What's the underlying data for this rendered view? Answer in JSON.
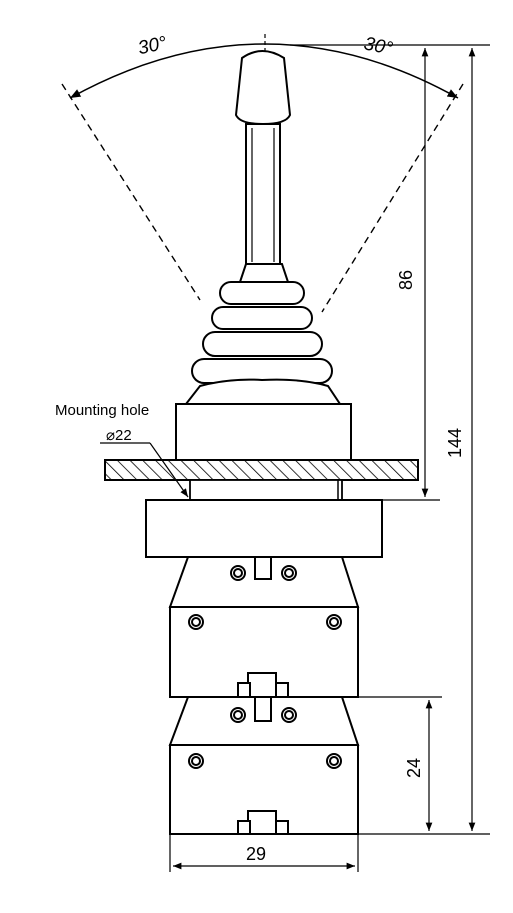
{
  "angles": {
    "left": "30°",
    "right": "30°"
  },
  "dimensions": {
    "upper_height": "86",
    "total_height": "144",
    "module_height": "24",
    "module_width": "29"
  },
  "mounting": {
    "label": "Mounting hole",
    "diameter": "⌀22"
  }
}
